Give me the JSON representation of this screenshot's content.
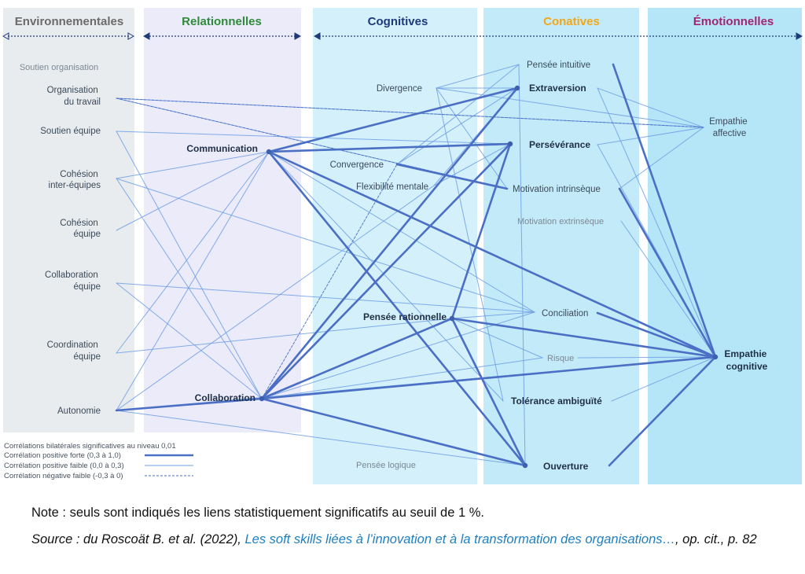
{
  "columns": [
    {
      "title": "Environnementales",
      "color": "#6b6b6b"
    },
    {
      "title": "Relationnelles",
      "color": "#2f8a3a"
    },
    {
      "title": "Cognitives",
      "color": "#1e3a78"
    },
    {
      "title": "Conatives",
      "color": "#f0a81a"
    },
    {
      "title": "Émotionnelles",
      "color": "#a2266f"
    }
  ],
  "nodes": {
    "env_soutien_org": "Soutien organisation",
    "env_orga_travail": [
      "Organisation",
      "du travail"
    ],
    "env_soutien_equipe": "Soutien équipe",
    "env_cohesion_inter": [
      "Cohésion",
      "inter-équipes"
    ],
    "env_cohesion_equipe": [
      "Cohésion",
      "équipe"
    ],
    "env_collab_equipe": [
      "Collaboration",
      "équipe"
    ],
    "env_coordination": [
      "Coordination",
      "équipe"
    ],
    "env_autonomie": "Autonomie",
    "rel_communication": "Communication",
    "rel_collaboration": "Collaboration",
    "cog_divergence": "Divergence",
    "cog_convergence": "Convergence",
    "cog_flexibilite": "Flexibilité mentale",
    "cog_pensee_rationnelle": "Pensée rationnelle",
    "cog_pensee_logique": "Pensée logique",
    "con_pensee_intuitive": "Pensée intuitive",
    "con_extraversion": "Extraversion",
    "con_perseverance": "Persévérance",
    "con_motivation_intr": "Motivation intrinsèque",
    "con_motivation_extr": "Motivation extrinsèque",
    "con_conciliation": "Conciliation",
    "con_risque": "Risque",
    "con_tolerance": "Tolérance ambiguïté",
    "con_ouverture": "Ouverture",
    "emo_empathie_aff": [
      "Empathie",
      "affective"
    ],
    "emo_empathie_cog": [
      "Empathie",
      "cognitive"
    ]
  },
  "legend": {
    "title": "Corrélations bilatérales significatives au niveau 0,01",
    "strong": "Corrélation positive forte (0,3 à 1,0)",
    "weak": "Corrélation positive faible (0,0 à 0,3)",
    "negative": "Corrélation négative faible (-0,3 à 0)"
  },
  "colors": {
    "env_bg": "#e9ecee",
    "rel_bg": "#ecebfa",
    "cog_bg": "#d3f0fb",
    "con_bg": "#c3eaf8",
    "emo_bg": "#b5e6f8",
    "strong_line": "#4a6fc4",
    "weak_line": "#6f9fe6",
    "negative_line": "#4a6fc4"
  },
  "edges": {
    "strong": [
      [
        "rel_communication",
        "con_extraversion"
      ],
      [
        "rel_communication",
        "con_perseverance"
      ],
      [
        "rel_communication",
        "emo_empathie_cog"
      ],
      [
        "rel_communication",
        "con_ouverture"
      ],
      [
        "rel_collaboration",
        "con_extraversion"
      ],
      [
        "rel_collaboration",
        "con_perseverance"
      ],
      [
        "rel_collaboration",
        "cog_pensee_rationnelle"
      ],
      [
        "rel_collaboration",
        "emo_empathie_cog"
      ],
      [
        "rel_collaboration",
        "con_ouverture"
      ],
      [
        "rel_collaboration",
        "env_autonomie"
      ],
      [
        "cog_pensee_rationnelle",
        "con_perseverance"
      ],
      [
        "cog_pensee_rationnelle",
        "emo_empathie_cog"
      ],
      [
        "cog_pensee_rationnelle",
        "con_ouverture"
      ],
      [
        "con_pensee_intuitive",
        "emo_empathie_cog"
      ],
      [
        "con_motivation_intr",
        "emo_empathie_cog"
      ],
      [
        "con_conciliation",
        "emo_empathie_cog"
      ],
      [
        "con_ouverture",
        "emo_empathie_cog"
      ],
      [
        "cog_convergence",
        "con_motivation_intr"
      ]
    ],
    "weak": [
      [
        "env_orga_travail",
        "emo_empathie_aff"
      ],
      [
        "env_orga_travail",
        "con_motivation_intr"
      ],
      [
        "env_soutien_equipe",
        "con_perseverance"
      ],
      [
        "env_cohesion_inter",
        "rel_communication"
      ],
      [
        "env_cohesion_inter",
        "rel_collaboration"
      ],
      [
        "env_cohesion_inter",
        "con_conciliation"
      ],
      [
        "env_cohesion_equipe",
        "rel_communication"
      ],
      [
        "env_collab_equipe",
        "con_conciliation"
      ],
      [
        "env_coordination",
        "rel_communication"
      ],
      [
        "env_coordination",
        "cog_pensee_rationnelle"
      ],
      [
        "env_autonomie",
        "rel_communication"
      ],
      [
        "env_autonomie",
        "con_ouverture"
      ],
      [
        "env_autonomie",
        "cog_flexibilite"
      ],
      [
        "cog_divergence",
        "con_extraversion"
      ],
      [
        "cog_divergence",
        "con_pensee_intuitive"
      ],
      [
        "cog_divergence",
        "emo_empathie_aff"
      ],
      [
        "cog_divergence",
        "con_tolerance"
      ],
      [
        "cog_divergence",
        "con_motivation_intr"
      ],
      [
        "cog_convergence",
        "con_pensee_intuitive"
      ],
      [
        "cog_convergence",
        "con_extraversion"
      ],
      [
        "cog_flexibilite",
        "con_perseverance"
      ],
      [
        "cog_flexibilite",
        "con_extraversion"
      ],
      [
        "con_extraversion",
        "emo_empathie_aff"
      ],
      [
        "con_perseverance",
        "emo_empathie_aff"
      ],
      [
        "con_motivation_intr",
        "emo_empathie_aff"
      ],
      [
        "con_extraversion",
        "emo_empathie_cog"
      ],
      [
        "con_perseverance",
        "emo_empathie_cog"
      ],
      [
        "con_motivation_extr",
        "emo_empathie_cog"
      ],
      [
        "con_tolerance",
        "emo_empathie_cog"
      ],
      [
        "con_risque",
        "emo_empathie_cog"
      ],
      [
        "cog_pensee_rationnelle",
        "con_conciliation"
      ],
      [
        "cog_pensee_rationnelle",
        "con_risque"
      ],
      [
        "rel_communication",
        "con_tolerance"
      ],
      [
        "rel_communication",
        "con_conciliation"
      ],
      [
        "rel_collaboration",
        "con_conciliation"
      ],
      [
        "rel_collaboration",
        "con_risque"
      ],
      [
        "con_pensee_intuitive",
        "con_ouverture"
      ],
      [
        "env_autonomie",
        "emo_empathie_cog"
      ],
      [
        "env_collab_equipe",
        "rel_collaboration"
      ],
      [
        "env_soutien_equipe",
        "rel_collaboration"
      ]
    ],
    "negative": [
      [
        "env_orga_travail",
        "con_motivation_intr"
      ],
      [
        "rel_collaboration",
        "cog_convergence"
      ],
      [
        "env_orga_travail",
        "emo_empathie_aff"
      ]
    ]
  },
  "note": "Note : seuls sont indiqués les liens statistiquement significatifs au seuil de 1 %.",
  "source": {
    "prefix": "Source : du Roscoät B. et al. (2022), ",
    "title": "Les soft skills liées à l’innovation et à la transformation des organisations…",
    "suffix": ", op. cit., p. 82"
  }
}
